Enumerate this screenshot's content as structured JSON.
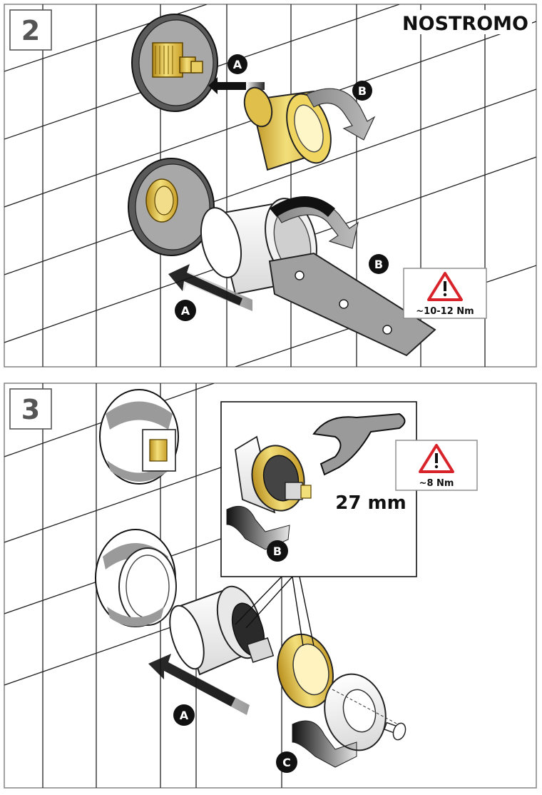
{
  "brand": "NOSTROMO",
  "panels": [
    {
      "step": "2",
      "markers": [
        "A",
        "B",
        "A",
        "B"
      ],
      "torque": "~10-12 Nm"
    },
    {
      "step": "3",
      "markers": [
        "B",
        "A",
        "C"
      ],
      "torque": "~8 Nm",
      "wrench_size": "27 mm"
    }
  ],
  "warning_icon": "warning-triangle-icon",
  "colors": {
    "brass": "#d9b43a",
    "brass_light": "#f3e08a",
    "warning_red": "#d8232a",
    "panel_border": "#888888",
    "tile_line": "#222222",
    "wall_plate": "#9a9a9a"
  }
}
